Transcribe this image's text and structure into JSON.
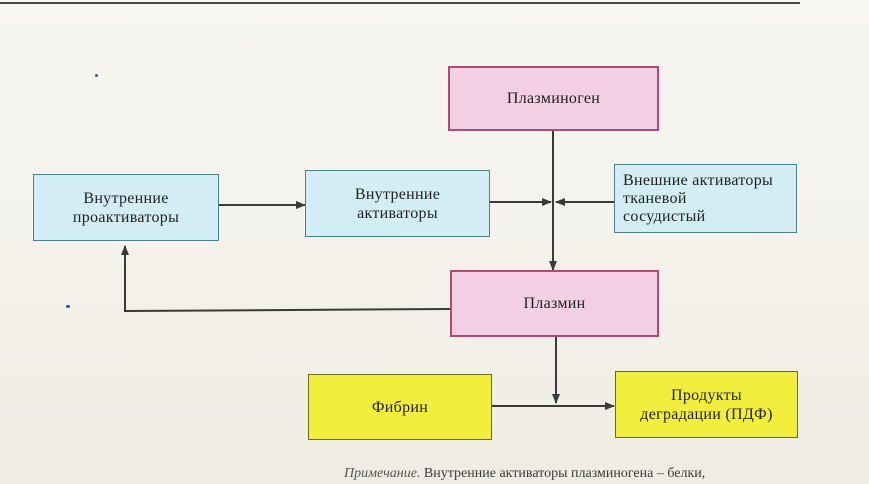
{
  "nodes": {
    "plasminogen": "Плазминоген",
    "internal_proactivators": "Внутренние\nпроактиваторы",
    "internal_activators": "Внутренние\nактиваторы",
    "external_activators": "Внешние активаторы\nтканевой\nсосудистый",
    "plasmin": "Плазмин",
    "fibrin": "Фибрин",
    "degradation_products": "Продукты\nдеградации  (ПДФ)"
  },
  "note": {
    "label": "Примечание.",
    "text": "Внутренние активаторы плазминогена – белки,"
  },
  "colors": {
    "pink_fill": "#f3cfe3",
    "pink_border": "#b04a78",
    "blue_fill": "#d2eef4",
    "yellow_fill": "#f2ef3c",
    "arrow": "#3a3a3a"
  }
}
